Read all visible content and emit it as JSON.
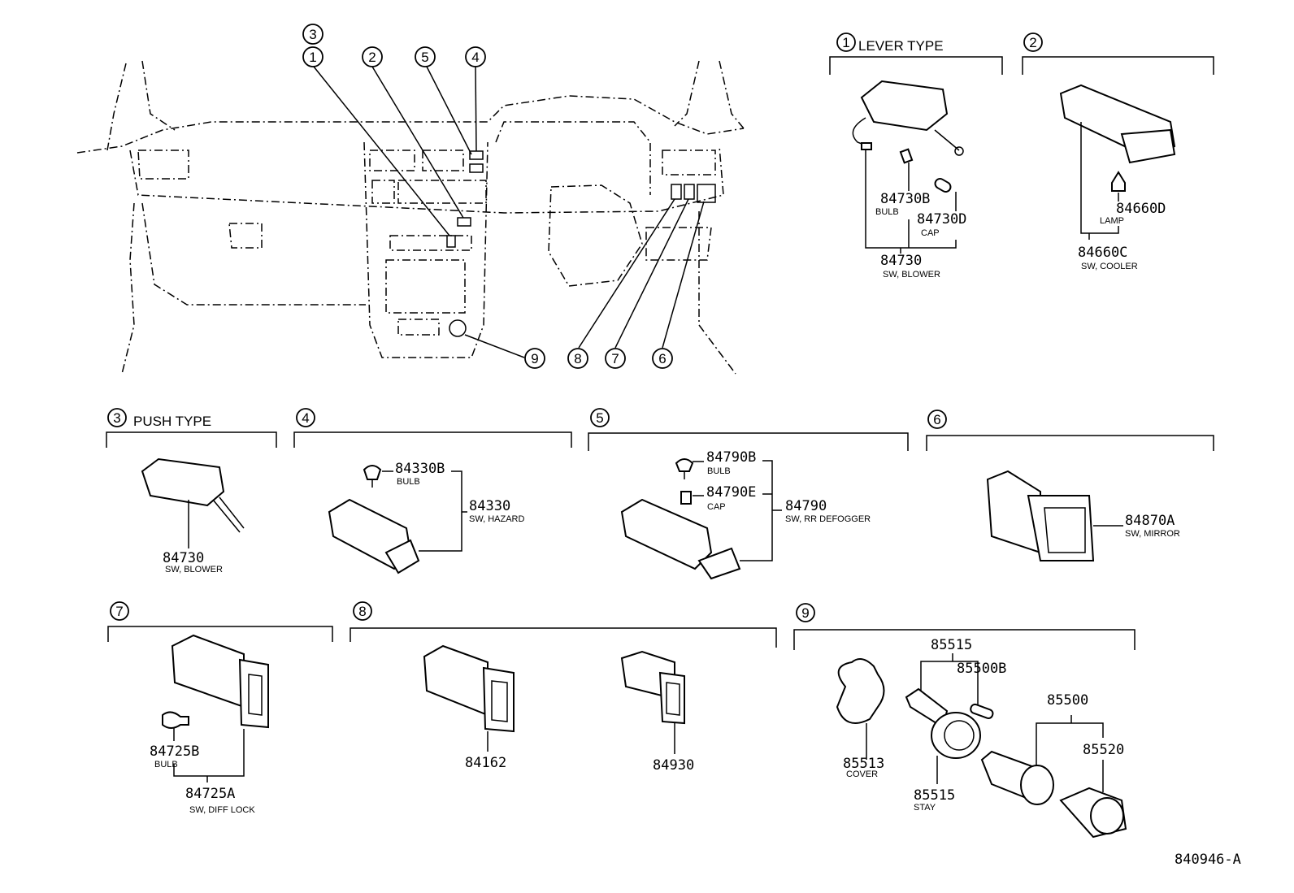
{
  "dashboard_callouts": [
    "3",
    "1",
    "2",
    "5",
    "4",
    "9",
    "8",
    "7",
    "6"
  ],
  "sections": [
    {
      "id": "1",
      "title": "LEVER TYPE",
      "parts": [
        {
          "number": "84730B",
          "name": "BULB"
        },
        {
          "number": "84730D",
          "name": "CAP"
        },
        {
          "number": "84730",
          "name": "SW, BLOWER"
        }
      ]
    },
    {
      "id": "2",
      "title": "",
      "parts": [
        {
          "number": "84660D",
          "name": "LAMP"
        },
        {
          "number": "84660C",
          "name": "SW, COOLER"
        }
      ]
    },
    {
      "id": "3",
      "title": "PUSH TYPE",
      "parts": [
        {
          "number": "84730",
          "name": "SW, BLOWER"
        }
      ]
    },
    {
      "id": "4",
      "title": "",
      "parts": [
        {
          "number": "84330B",
          "name": "BULB"
        },
        {
          "number": "84330",
          "name": "SW, HAZARD"
        }
      ]
    },
    {
      "id": "5",
      "title": "",
      "parts": [
        {
          "number": "84790B",
          "name": "BULB"
        },
        {
          "number": "84790E",
          "name": "CAP"
        },
        {
          "number": "84790",
          "name": "SW, RR DEFOGGER"
        }
      ]
    },
    {
      "id": "6",
      "title": "",
      "parts": [
        {
          "number": "84870A",
          "name": "SW, MIRROR"
        }
      ]
    },
    {
      "id": "7",
      "title": "",
      "parts": [
        {
          "number": "84725B",
          "name": "BULB"
        },
        {
          "number": "84725A",
          "name": "SW, DIFF LOCK"
        }
      ]
    },
    {
      "id": "8",
      "title": "",
      "parts": [
        {
          "number": "84162",
          "name": ""
        },
        {
          "number": "84930",
          "name": ""
        }
      ]
    },
    {
      "id": "9",
      "title": "",
      "parts": [
        {
          "number": "85515",
          "name": ""
        },
        {
          "number": "85500B",
          "name": ""
        },
        {
          "number": "85513",
          "name": "COVER"
        },
        {
          "number": "85515",
          "name": "STAY"
        },
        {
          "number": "85500",
          "name": ""
        },
        {
          "number": "85520",
          "name": ""
        }
      ]
    }
  ],
  "diagram_id": "840946-A"
}
